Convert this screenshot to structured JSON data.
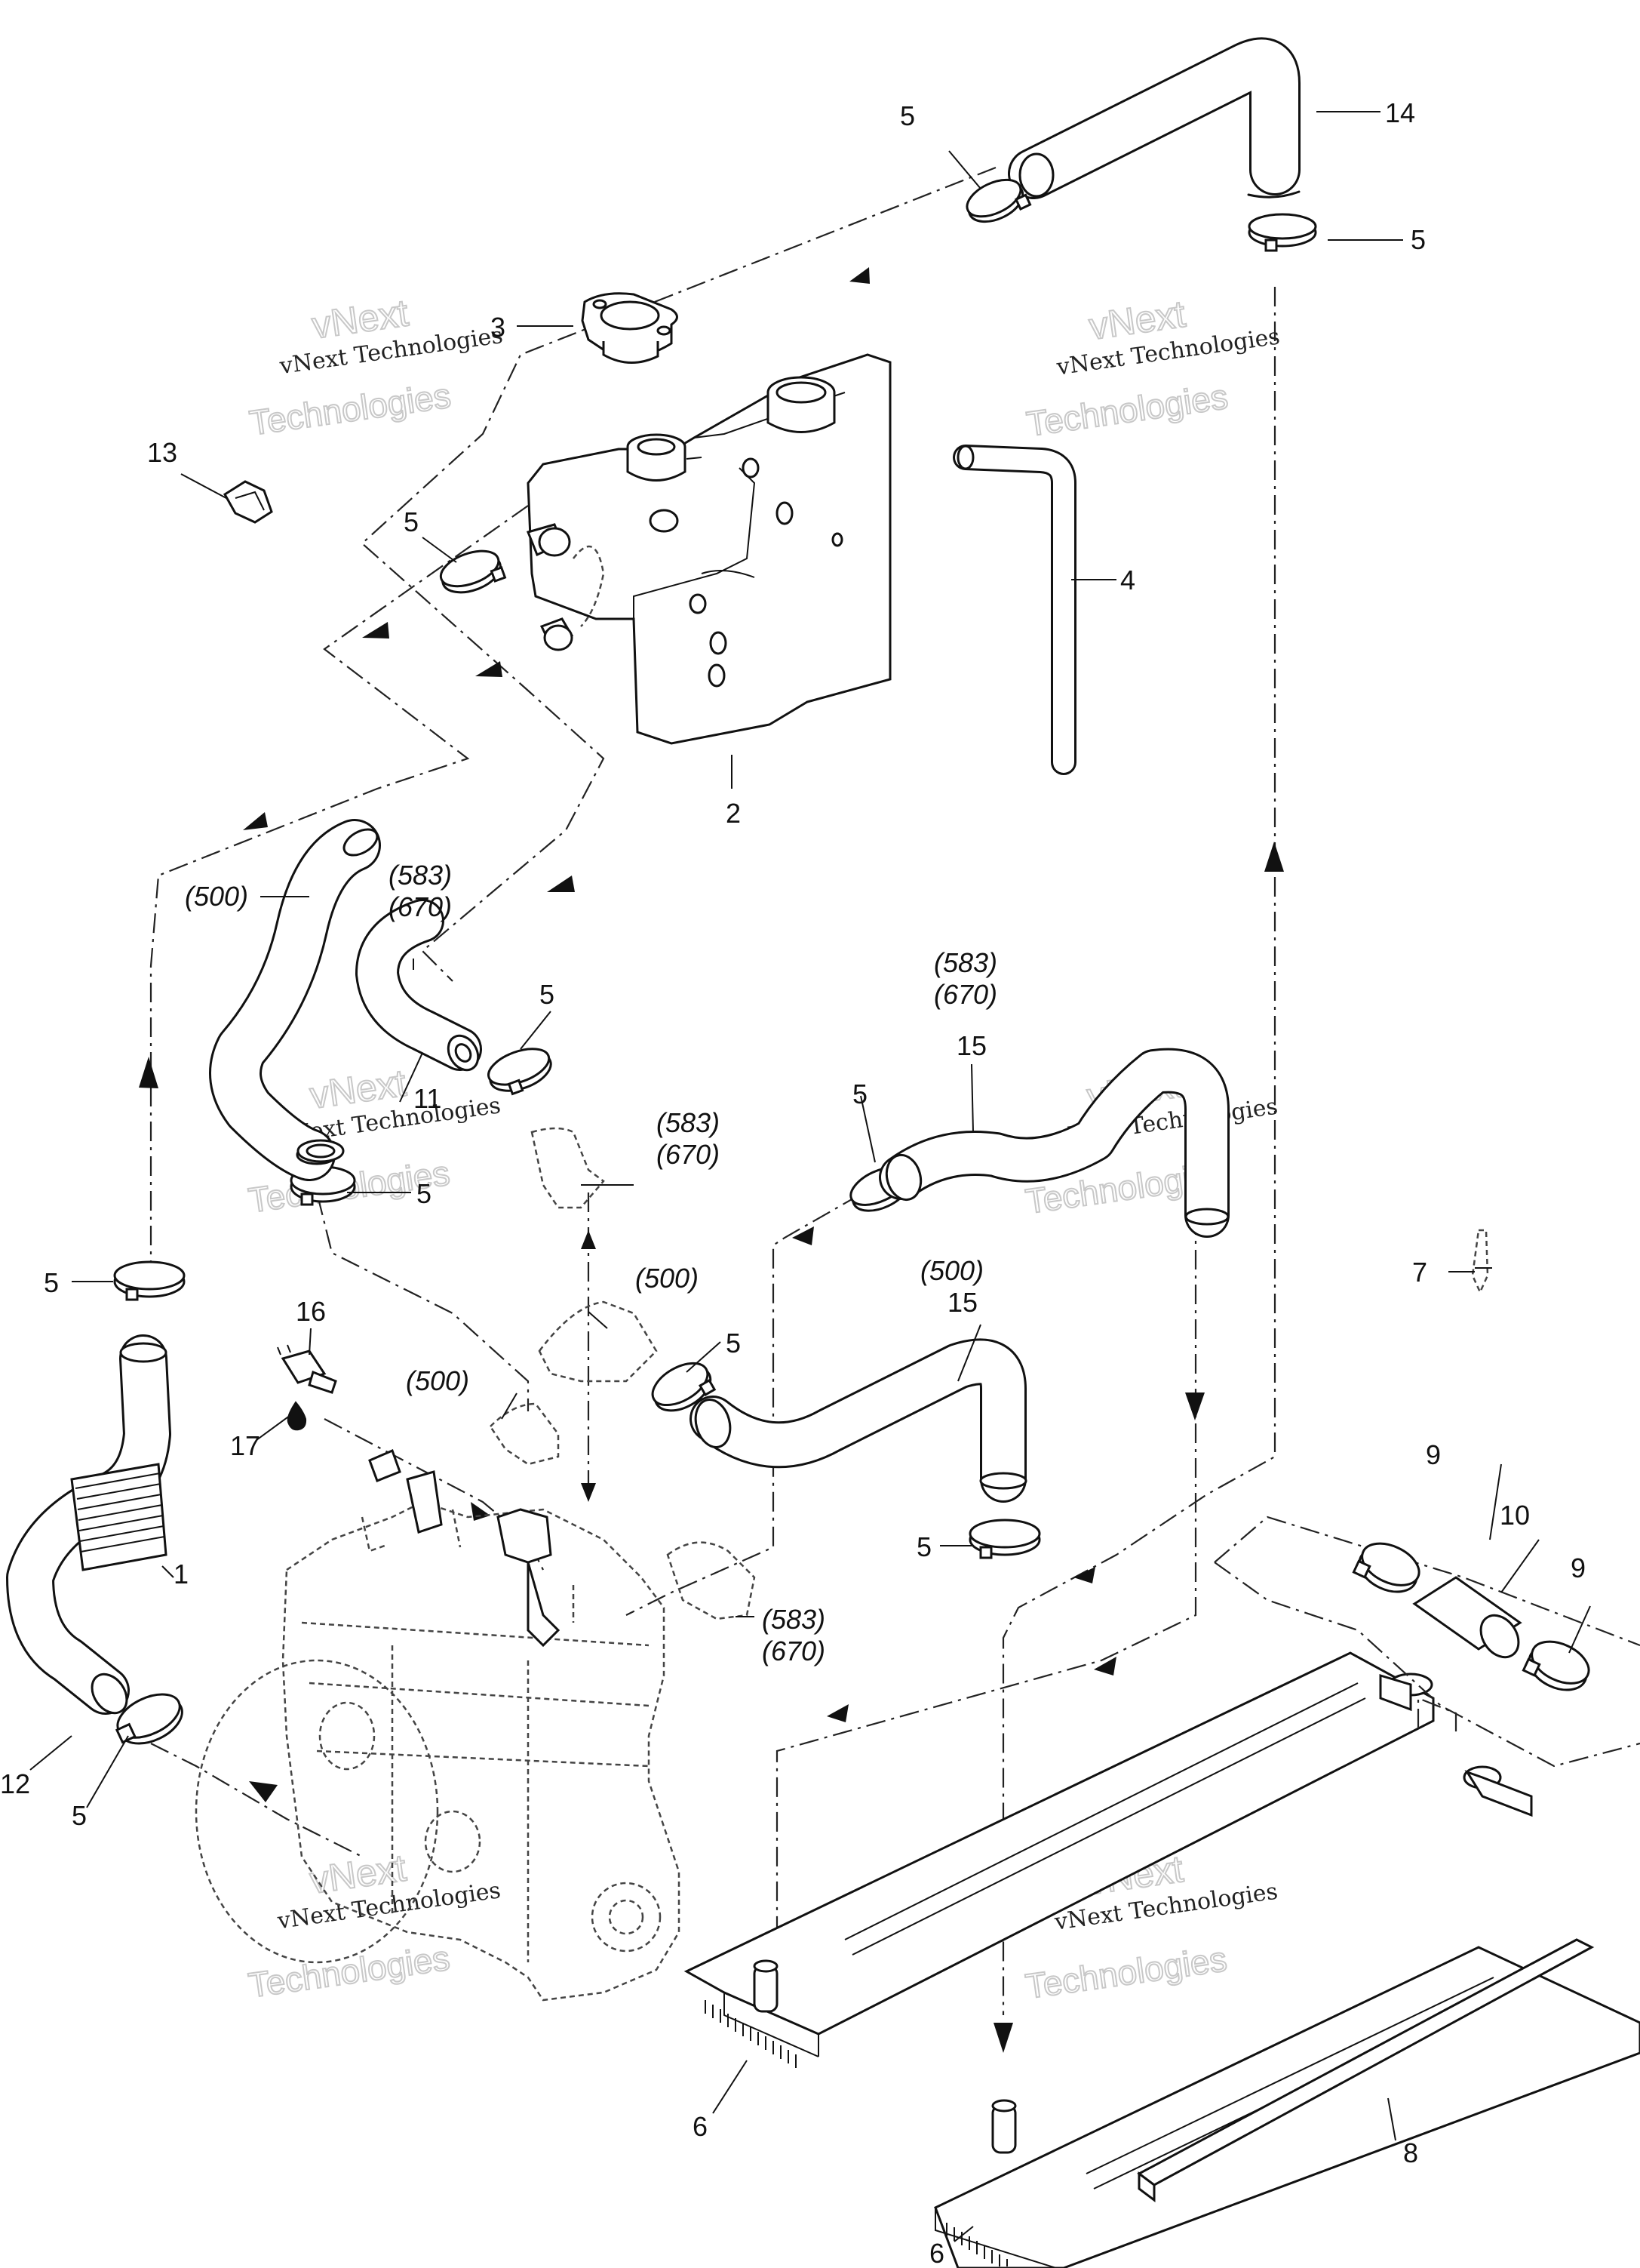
{
  "watermark": {
    "company": "vNext Technologies",
    "ghost_word_1": "vNext",
    "ghost_word_2": "Technologies"
  },
  "callouts": {
    "c1": "1",
    "c2": "2",
    "c3": "3",
    "c4": "4",
    "c5": "5",
    "c6": "6",
    "c7": "7",
    "c8": "8",
    "c9": "9",
    "c10": "10",
    "c11": "11",
    "c12": "12",
    "c13": "13",
    "c14": "14",
    "c15": "15",
    "c16": "16",
    "c17": "17"
  },
  "model_notes": {
    "m500": "(500)",
    "m583": "(583)",
    "m670": "(670)"
  }
}
